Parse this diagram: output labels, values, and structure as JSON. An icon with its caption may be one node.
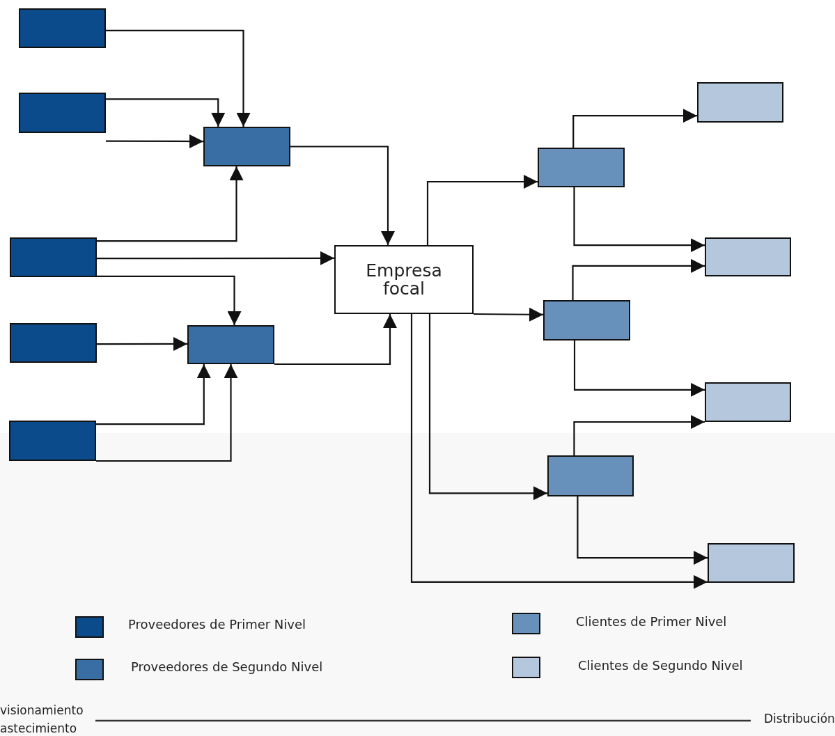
{
  "diagram": {
    "nodes": [
      {
        "text": [],
        "shape": "box"
      },
      {
        "text": [],
        "shape": "box"
      },
      {
        "text": [],
        "shape": "box"
      },
      {
        "text": [],
        "shape": "box"
      },
      {
        "text": [],
        "shape": "box"
      },
      {
        "text": [],
        "shape": "box"
      },
      {
        "text": [],
        "shape": "box"
      },
      {
        "text": [
          "Empresa focal"
        ]
      },
      {
        "text": [],
        "shape": "box"
      },
      {
        "text": [],
        "shape": "box"
      },
      {
        "text": [],
        "shape": "box"
      },
      {
        "text": [],
        "shape": "box"
      },
      {
        "text": [],
        "shape": "box"
      },
      {
        "text": [],
        "shape": "box"
      },
      {
        "text": [],
        "shape": "box"
      }
    ],
    "edges": [
      {
        "from": 0,
        "to": 5,
        "arrow": "to"
      },
      {
        "from": 1,
        "to": 5,
        "arrow": "to"
      },
      {
        "from": 1,
        "to": 5,
        "arrow": "to"
      },
      {
        "from": 5,
        "to": 7,
        "arrow": "to"
      },
      {
        "from": 2,
        "to": 5,
        "arrow": "to"
      },
      {
        "from": 2,
        "to": 7,
        "arrow": "to"
      },
      {
        "from": 2,
        "to": 6,
        "arrow": "to"
      },
      {
        "from": 3,
        "to": 6,
        "arrow": "to"
      },
      {
        "from": 6,
        "to": 7,
        "arrow": "to"
      },
      {
        "from": 4,
        "to": 6,
        "arrow": "to"
      },
      {
        "from": 4,
        "to": 6,
        "arrow": "to"
      },
      {
        "from": 7,
        "to": 8,
        "arrow": "to"
      },
      {
        "from": 8,
        "to": 11,
        "arrow": "to"
      },
      {
        "from": 8,
        "to": 12,
        "arrow": "to"
      },
      {
        "from": 9,
        "to": 12,
        "arrow": "to"
      },
      {
        "from": 7,
        "to": 9,
        "arrow": "to"
      },
      {
        "from": 9,
        "to": 13,
        "arrow": "to"
      },
      {
        "from": 7,
        "to": 10,
        "arrow": "to"
      },
      {
        "from": 10,
        "to": 13,
        "arrow": "to"
      },
      {
        "from": 10,
        "to": 14,
        "arrow": "to"
      },
      {
        "from": 7,
        "to": 14,
        "arrow": "to"
      }
    ],
    "labels": [
      "visionamiento",
      "astecimiento",
      "Distribución"
    ],
    "legend": [
      {
        "text": "Proveedores de Primer Nivel",
        "color": "#0b4a8b"
      },
      {
        "text": "Proveedores de Segundo Nivel",
        "color": "#386ea3"
      },
      {
        "text": "Clientes de Primer Nivel",
        "color": "#6791bb"
      },
      {
        "text": "Clientes de Segundo Nivel",
        "color": "#b4c7dc"
      }
    ]
  }
}
